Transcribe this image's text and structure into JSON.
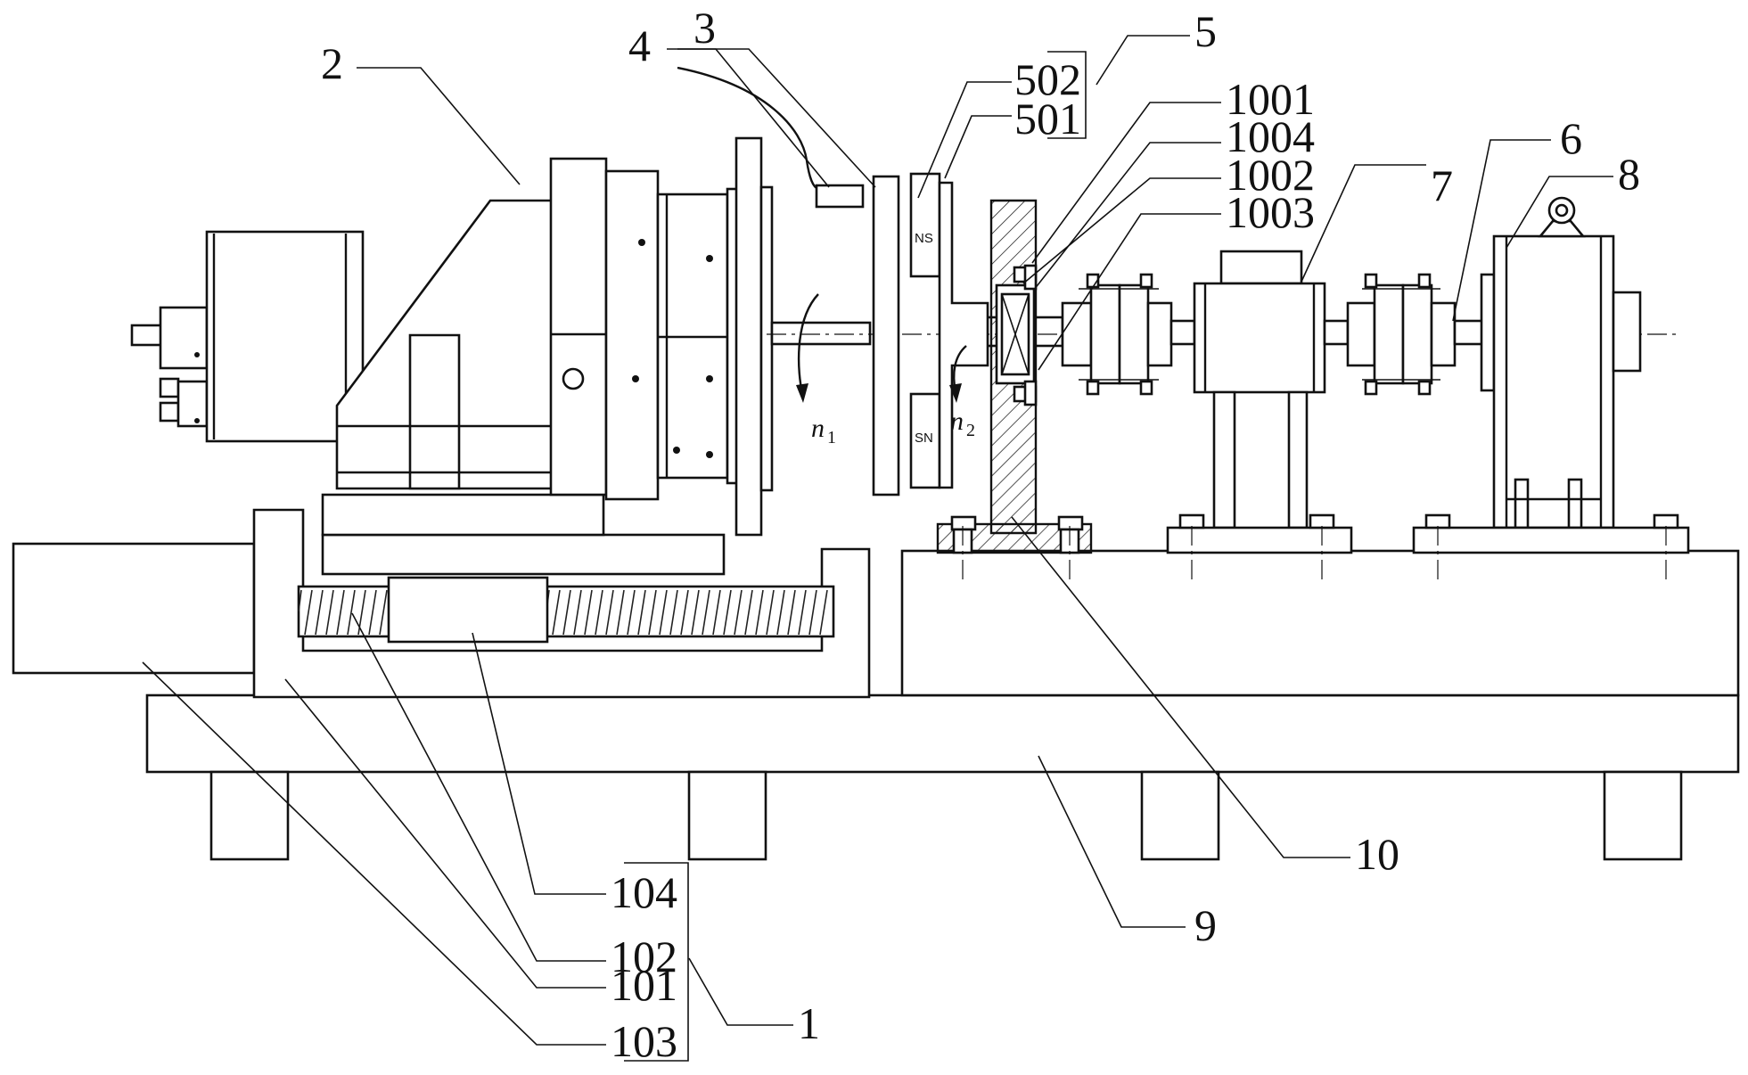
{
  "labels": {
    "l1": "1",
    "l2": "2",
    "l3": "3",
    "l4": "4",
    "l5": "5",
    "l6": "6",
    "l7": "7",
    "l8": "8",
    "l9": "9",
    "l10": "10",
    "l101": "101",
    "l102": "102",
    "l103": "103",
    "l104": "104",
    "l501": "501",
    "l502": "502",
    "l1001": "1001",
    "l1002": "1002",
    "l1003": "1003",
    "l1004": "1004"
  },
  "speeds": {
    "n1_base": "n",
    "n1_sub": "1",
    "n2_base": "n",
    "n2_sub": "2"
  },
  "magnets": {
    "top": "NS",
    "bottom": "SN"
  }
}
